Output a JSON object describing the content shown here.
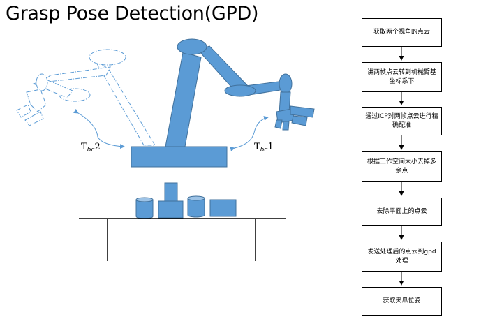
{
  "title": "Grasp Pose Detection(GPD)",
  "transforms": {
    "left": {
      "base": "T",
      "sub": "bc",
      "index": "2"
    },
    "right": {
      "base": "T",
      "sub": "bc",
      "index": "1"
    }
  },
  "flow": {
    "steps": [
      {
        "label": "获取两个视角的点云"
      },
      {
        "label": "讲两帧点云转到机械臂基坐标系下"
      },
      {
        "label": "通过ICP对两帧点云进行精确配准"
      },
      {
        "label": "根据工作空间大小去掉多余点"
      },
      {
        "label": "去除平面上的点云"
      },
      {
        "label": "发送处理后的点云到gpd处理"
      },
      {
        "label": "获取夹爪位姿"
      }
    ]
  },
  "colors": {
    "robot_fill": "#5b9bd5",
    "robot_stroke": "#41719c",
    "ghost_stroke": "#5b9bd5",
    "line": "#000000"
  }
}
